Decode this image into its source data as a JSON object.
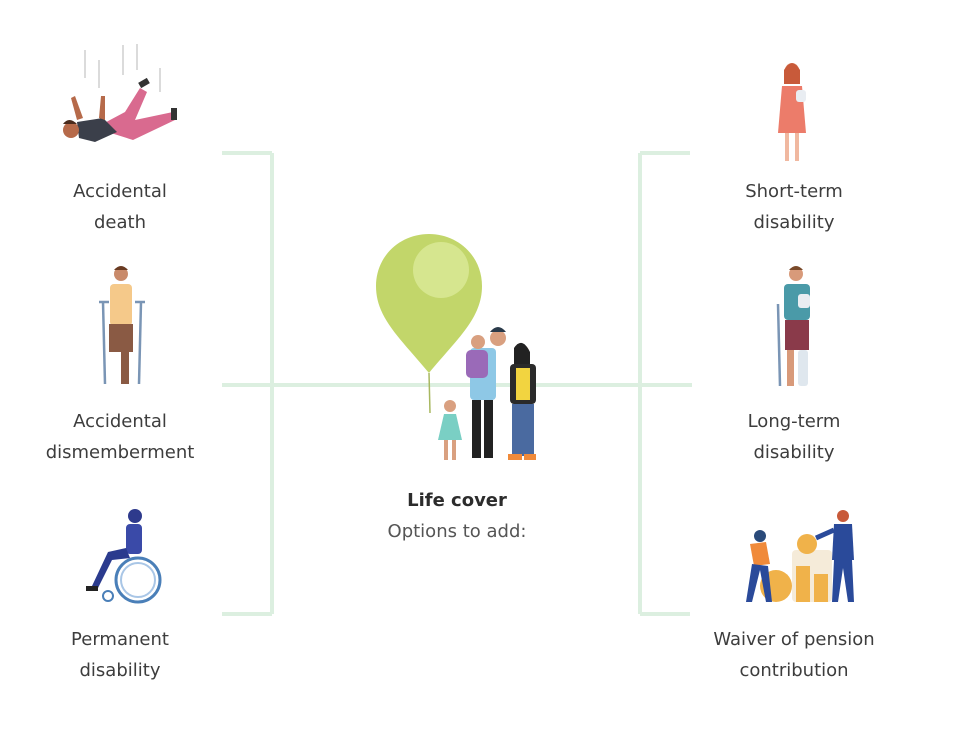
{
  "center": {
    "title": "Life cover",
    "subtitle": "Options to add:"
  },
  "left_options": [
    {
      "line1": "Accidental",
      "line2": "death"
    },
    {
      "line1": "Accidental",
      "line2": "dismemberment"
    },
    {
      "line1": "Permanent",
      "line2": "disability"
    }
  ],
  "right_options": [
    {
      "line1": "Short-term",
      "line2": "disability"
    },
    {
      "line1": "Long-term",
      "line2": "disability"
    },
    {
      "line1": "Waiver of pension",
      "line2": "contribution"
    }
  ],
  "colors": {
    "connector": "#dcefe0",
    "balloon": "#c2d66a",
    "balloon_highlight": "#d6e68f"
  },
  "icons": [
    "falling-person-icon",
    "crutches-person-icon",
    "wheelchair-person-icon",
    "sling-arm-person-icon",
    "leg-cast-person-icon",
    "pension-coins-icon",
    "family-balloon-icon"
  ]
}
